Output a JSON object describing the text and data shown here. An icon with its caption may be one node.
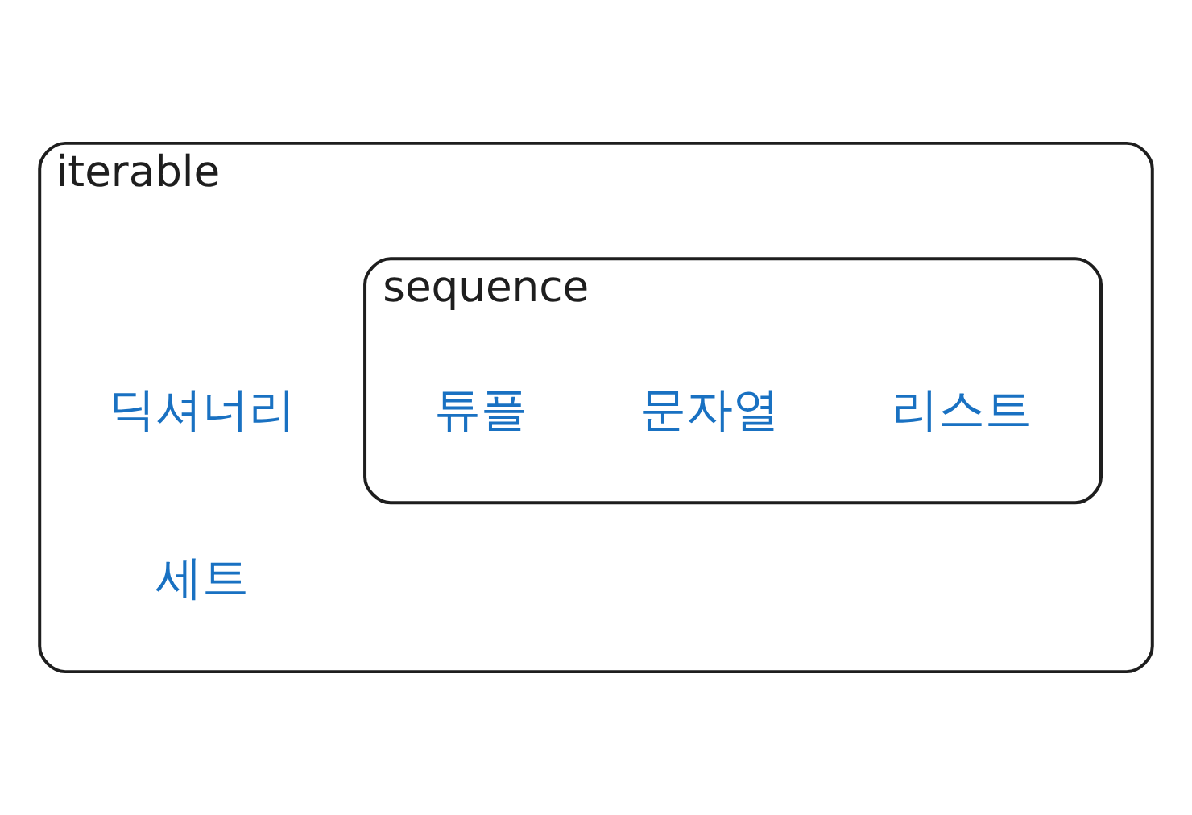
{
  "diagram": {
    "nodes": [
      {
        "text": [
          "iterable"
        ]
      },
      {
        "text": [
          "sequence"
        ],
        "in": 0
      },
      {
        "text": [
          "리스트"
        ],
        "in": 1
      },
      {
        "text": [
          "문자열"
        ],
        "in": 1
      },
      {
        "text": [
          "튜플"
        ],
        "in": 1
      },
      {
        "text": [
          "딕셔너리"
        ],
        "in": 0
      },
      {
        "text": [
          "세트"
        ],
        "in": 0
      }
    ]
  }
}
